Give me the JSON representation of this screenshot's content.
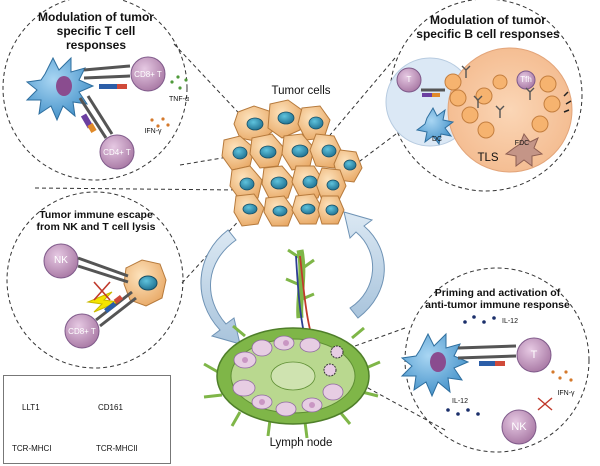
{
  "panels": {
    "t_cell": {
      "title_line1": "Modulation of tumor",
      "title_line2": "specific T cell responses",
      "cd8": "CD8+ T",
      "cd4": "CD4+ T",
      "tnf": "TNF-α",
      "ifn": "IFN-γ"
    },
    "b_cell": {
      "title_line1": "Modulation of tumor",
      "title_line2": "specific B cell responses",
      "t": "T",
      "tfh": "Tfh",
      "dc": "DC",
      "fdc": "FDC",
      "tls": "TLS"
    },
    "escape": {
      "title_line1": "Tumor immune escape",
      "title_line2": "from NK and T cell lysis",
      "nk": "NK",
      "cd8": "CD8+ T"
    },
    "priming": {
      "title_line1": "Priming and activation of",
      "title_line2": "anti-tumor immune response",
      "il12_top": "IL-12",
      "il12_bottom": "IL-12",
      "ifn": "IFN-γ",
      "t": "T",
      "nk": "NK"
    }
  },
  "center": {
    "tumor_cells": "Tumor cells",
    "lymph_node": "Lymph node"
  },
  "legend": {
    "llt1": "LLT1",
    "cd161": "CD161",
    "tcr_mhci": "TCR-MHCI",
    "tcr_mhcii": "TCR-MHCII"
  },
  "colors": {
    "tumor_fill": "#f2c28a",
    "tumor_nucleus": "#2f8fae",
    "lymph_green": "#7fb648",
    "lymph_pink": "#e7cde3",
    "dc_blue": "#6fb2e0",
    "tcell_pink": "#caa3c6"
  }
}
